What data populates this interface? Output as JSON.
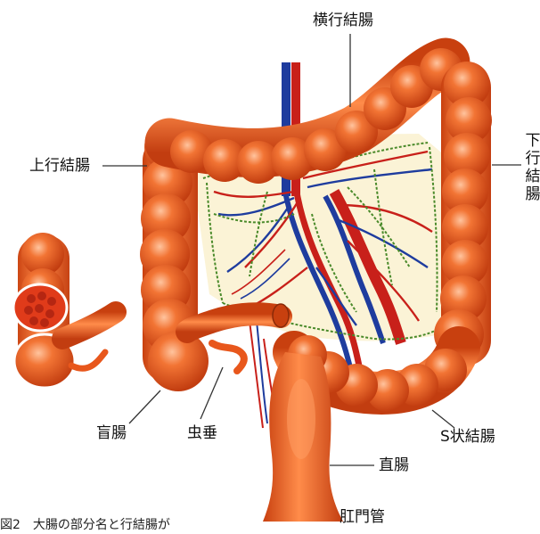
{
  "labels": {
    "transverse_colon": "横行結腸",
    "ascending_colon": "上行結腸",
    "descending_colon": "下行結腸",
    "cecum": "盲腸",
    "appendix": "虫垂",
    "sigmoid_colon": "S状結腸",
    "rectum": "直腸",
    "anal_canal": "肛門管"
  },
  "caption": "図2　大腸の部分名と行結腸が",
  "colors": {
    "intestine": "#e8571c",
    "intestine_highlight": "#ffb08a",
    "intestine_shadow": "#b63a10",
    "mesentery": "#fbf3d6",
    "artery": "#c8201a",
    "vein": "#1e3c9e",
    "lymph_vessel": "#4a8a2a"
  }
}
